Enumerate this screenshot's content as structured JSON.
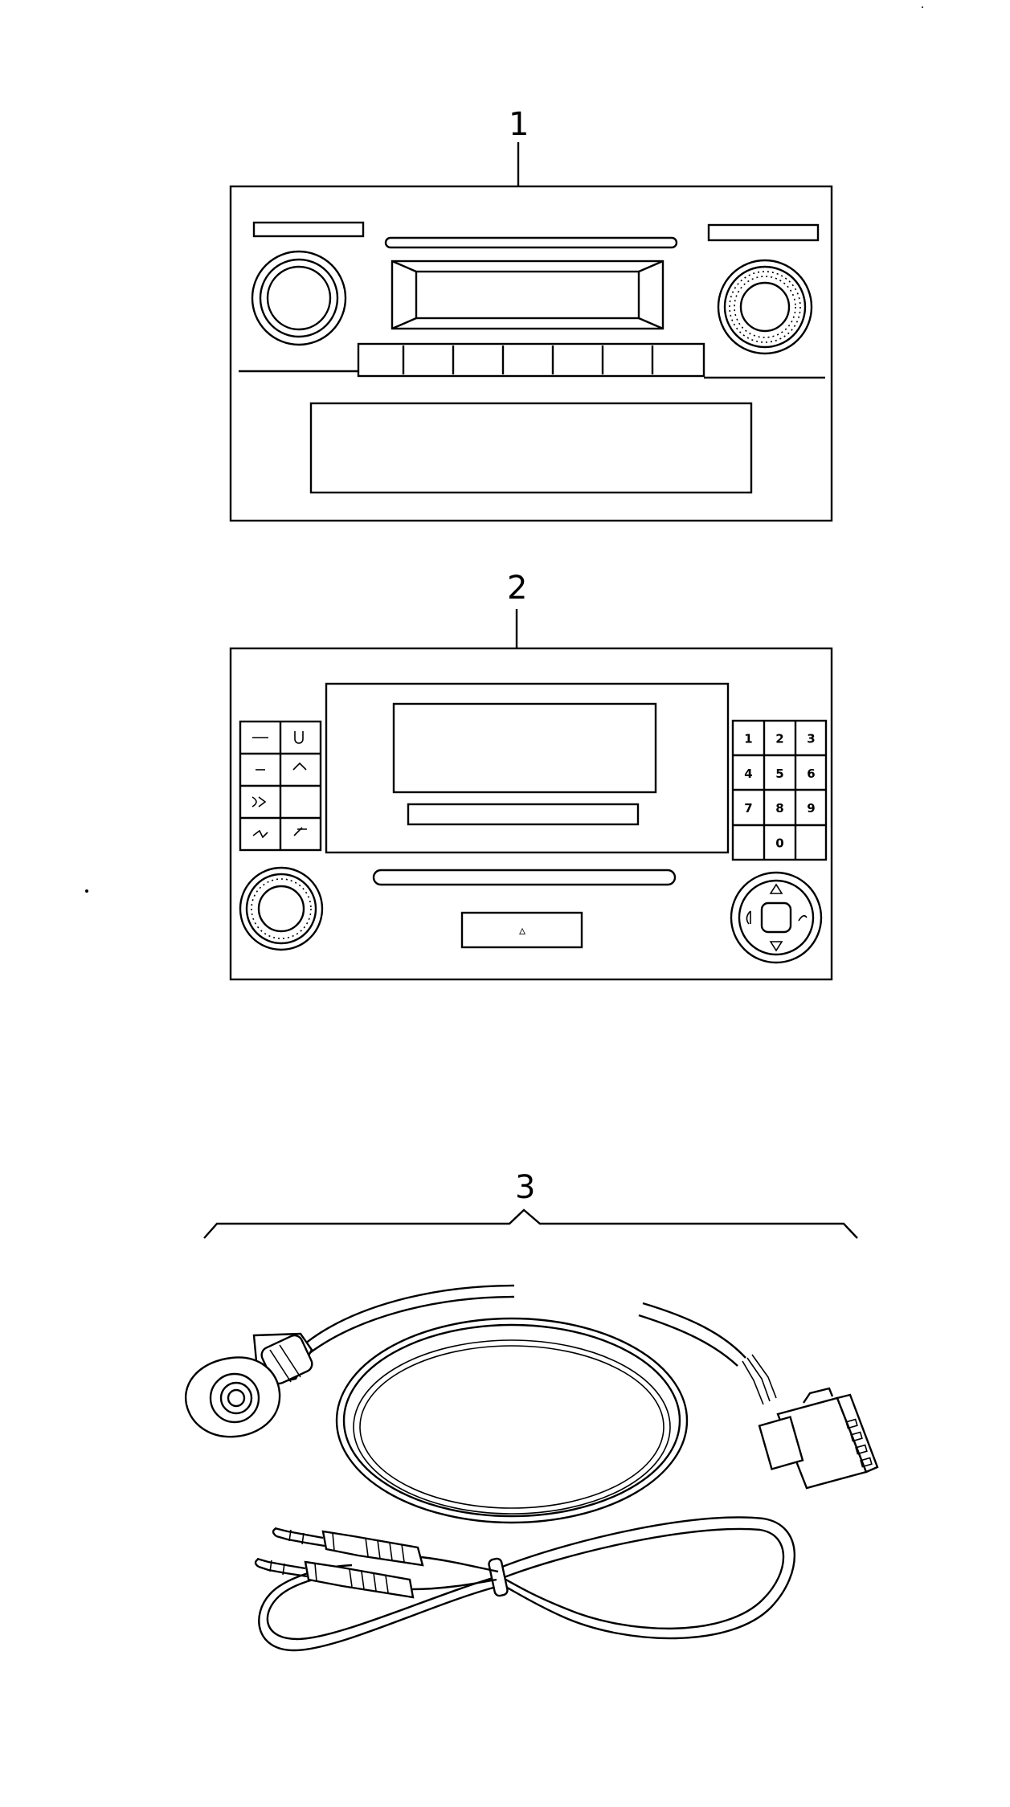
{
  "callouts": {
    "item_1": "1",
    "item_2": "2",
    "item_3": "3"
  },
  "radio_2": {
    "keypad": [
      "1",
      "2",
      "3",
      "4",
      "5",
      "6",
      "7",
      "8",
      "9",
      "",
      "0",
      ""
    ],
    "eject_glyph": "▵"
  },
  "colors": {
    "line": "#000000",
    "background": "#ffffff"
  }
}
